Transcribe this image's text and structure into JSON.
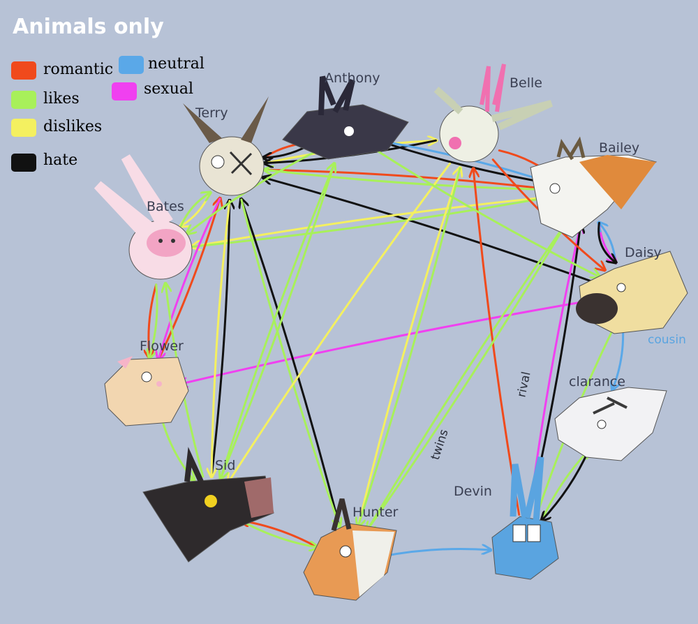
{
  "title": "Animals only",
  "legend": [
    {
      "label": "romantic",
      "color": "#f04a1c"
    },
    {
      "label": "likes",
      "color": "#a8f05a"
    },
    {
      "label": "dislikes",
      "color": "#f4f060"
    },
    {
      "label": "hate",
      "color": "#111111"
    },
    {
      "label": "neutral",
      "color": "#5aa8e8"
    },
    {
      "label": "sexual",
      "color": "#f040f0"
    }
  ],
  "characters": [
    {
      "id": "terry",
      "name": "Terry",
      "color": "#e9e4d4",
      "accent": "#6a5a48"
    },
    {
      "id": "anthony",
      "name": "Anthony",
      "color": "#3a3848",
      "accent": "#1e1c28"
    },
    {
      "id": "belle",
      "name": "Belle",
      "color": "#eef0e4",
      "accent": "#f070b0"
    },
    {
      "id": "bailey",
      "name": "Bailey",
      "color": "#f4f4f0",
      "accent": "#e08a3c"
    },
    {
      "id": "bates",
      "name": "Bates",
      "color": "#f8dce6",
      "accent": "#f2a4c4"
    },
    {
      "id": "daisy",
      "name": "Daisy",
      "color": "#f0dea0",
      "accent": "#3a3230"
    },
    {
      "id": "flower",
      "name": "Flower",
      "color": "#f2d6b0",
      "accent": "#f6b4c8"
    },
    {
      "id": "clarance",
      "name": "clarance",
      "color": "#f2f2f4",
      "accent": "#3a3a3a"
    },
    {
      "id": "sid",
      "name": "Sid",
      "color": "#2e2a2c",
      "accent": "#a06a6a"
    },
    {
      "id": "hunter",
      "name": "Hunter",
      "color": "#e89a54",
      "accent": "#f0f0ea"
    },
    {
      "id": "devin",
      "name": "Devin",
      "color": "#5aa4e0",
      "accent": "#ffffff"
    }
  ],
  "annotations": {
    "rival": "rival",
    "twins": "twins",
    "cousin": "cousin"
  },
  "relations": [
    {
      "from": "terry",
      "to": "anthony",
      "type": "romantic"
    },
    {
      "from": "anthony",
      "to": "terry",
      "type": "hate"
    },
    {
      "from": "terry",
      "to": "bates",
      "type": "dislikes"
    },
    {
      "from": "bates",
      "to": "terry",
      "type": "likes"
    },
    {
      "from": "terry",
      "to": "belle",
      "type": "dislikes"
    },
    {
      "from": "terry",
      "to": "bailey",
      "type": "romantic"
    },
    {
      "from": "bailey",
      "to": "terry",
      "type": "likes"
    },
    {
      "from": "daisy",
      "to": "terry",
      "type": "hate"
    },
    {
      "from": "belle",
      "to": "terry",
      "type": "hate"
    },
    {
      "from": "belle",
      "to": "bailey",
      "type": "romantic"
    },
    {
      "from": "anthony",
      "to": "bailey",
      "type": "hate"
    },
    {
      "from": "anthony",
      "to": "bailey",
      "type": "neutral"
    },
    {
      "from": "bailey",
      "to": "bates",
      "type": "dislikes"
    },
    {
      "from": "bates",
      "to": "bailey",
      "type": "likes"
    },
    {
      "from": "bailey",
      "to": "daisy",
      "type": "sexual"
    },
    {
      "from": "daisy",
      "to": "bailey",
      "type": "neutral"
    },
    {
      "from": "bailey",
      "to": "daisy",
      "type": "hate"
    },
    {
      "from": "bates",
      "to": "flower",
      "type": "romantic"
    },
    {
      "from": "bates",
      "to": "flower",
      "type": "likes"
    },
    {
      "from": "flower",
      "to": "terry",
      "type": "romantic"
    },
    {
      "from": "terry",
      "to": "flower",
      "type": "sexual"
    },
    {
      "from": "daisy",
      "to": "flower",
      "type": "sexual"
    },
    {
      "from": "flower",
      "to": "sid",
      "type": "likes"
    },
    {
      "from": "sid",
      "to": "terry",
      "type": "hate"
    },
    {
      "from": "terry",
      "to": "sid",
      "type": "dislikes"
    },
    {
      "from": "hunter",
      "to": "terry",
      "type": "hate"
    },
    {
      "from": "terry",
      "to": "hunter",
      "type": "likes"
    },
    {
      "from": "sid",
      "to": "bates",
      "type": "likes"
    },
    {
      "from": "sid",
      "to": "anthony",
      "type": "likes"
    },
    {
      "from": "hunter",
      "to": "sid",
      "type": "romantic"
    },
    {
      "from": "sid",
      "to": "hunter",
      "type": "likes"
    },
    {
      "from": "hunter",
      "to": "belle",
      "type": "dislikes"
    },
    {
      "from": "hunter",
      "to": "bailey",
      "type": "likes"
    },
    {
      "from": "hunter",
      "to": "devin",
      "type": "neutral"
    },
    {
      "from": "devin",
      "to": "belle",
      "type": "romantic"
    },
    {
      "from": "devin",
      "to": "bailey",
      "type": "sexual"
    },
    {
      "from": "devin",
      "to": "bailey",
      "type": "hate"
    },
    {
      "from": "devin",
      "to": "daisy",
      "type": "likes"
    },
    {
      "from": "devin",
      "to": "clarance",
      "type": "likes"
    },
    {
      "from": "clarance",
      "to": "devin",
      "type": "hate"
    },
    {
      "from": "daisy",
      "to": "clarance",
      "type": "neutral"
    },
    {
      "from": "belle",
      "to": "sid",
      "type": "dislikes"
    },
    {
      "from": "belle",
      "to": "daisy",
      "type": "romantic"
    },
    {
      "from": "belle",
      "to": "hunter",
      "type": "likes"
    },
    {
      "from": "anthony",
      "to": "bates",
      "type": "likes"
    },
    {
      "from": "anthony",
      "to": "sid",
      "type": "likes"
    },
    {
      "from": "bailey",
      "to": "hunter",
      "type": "likes"
    },
    {
      "from": "anthony",
      "to": "daisy",
      "type": "likes"
    }
  ]
}
